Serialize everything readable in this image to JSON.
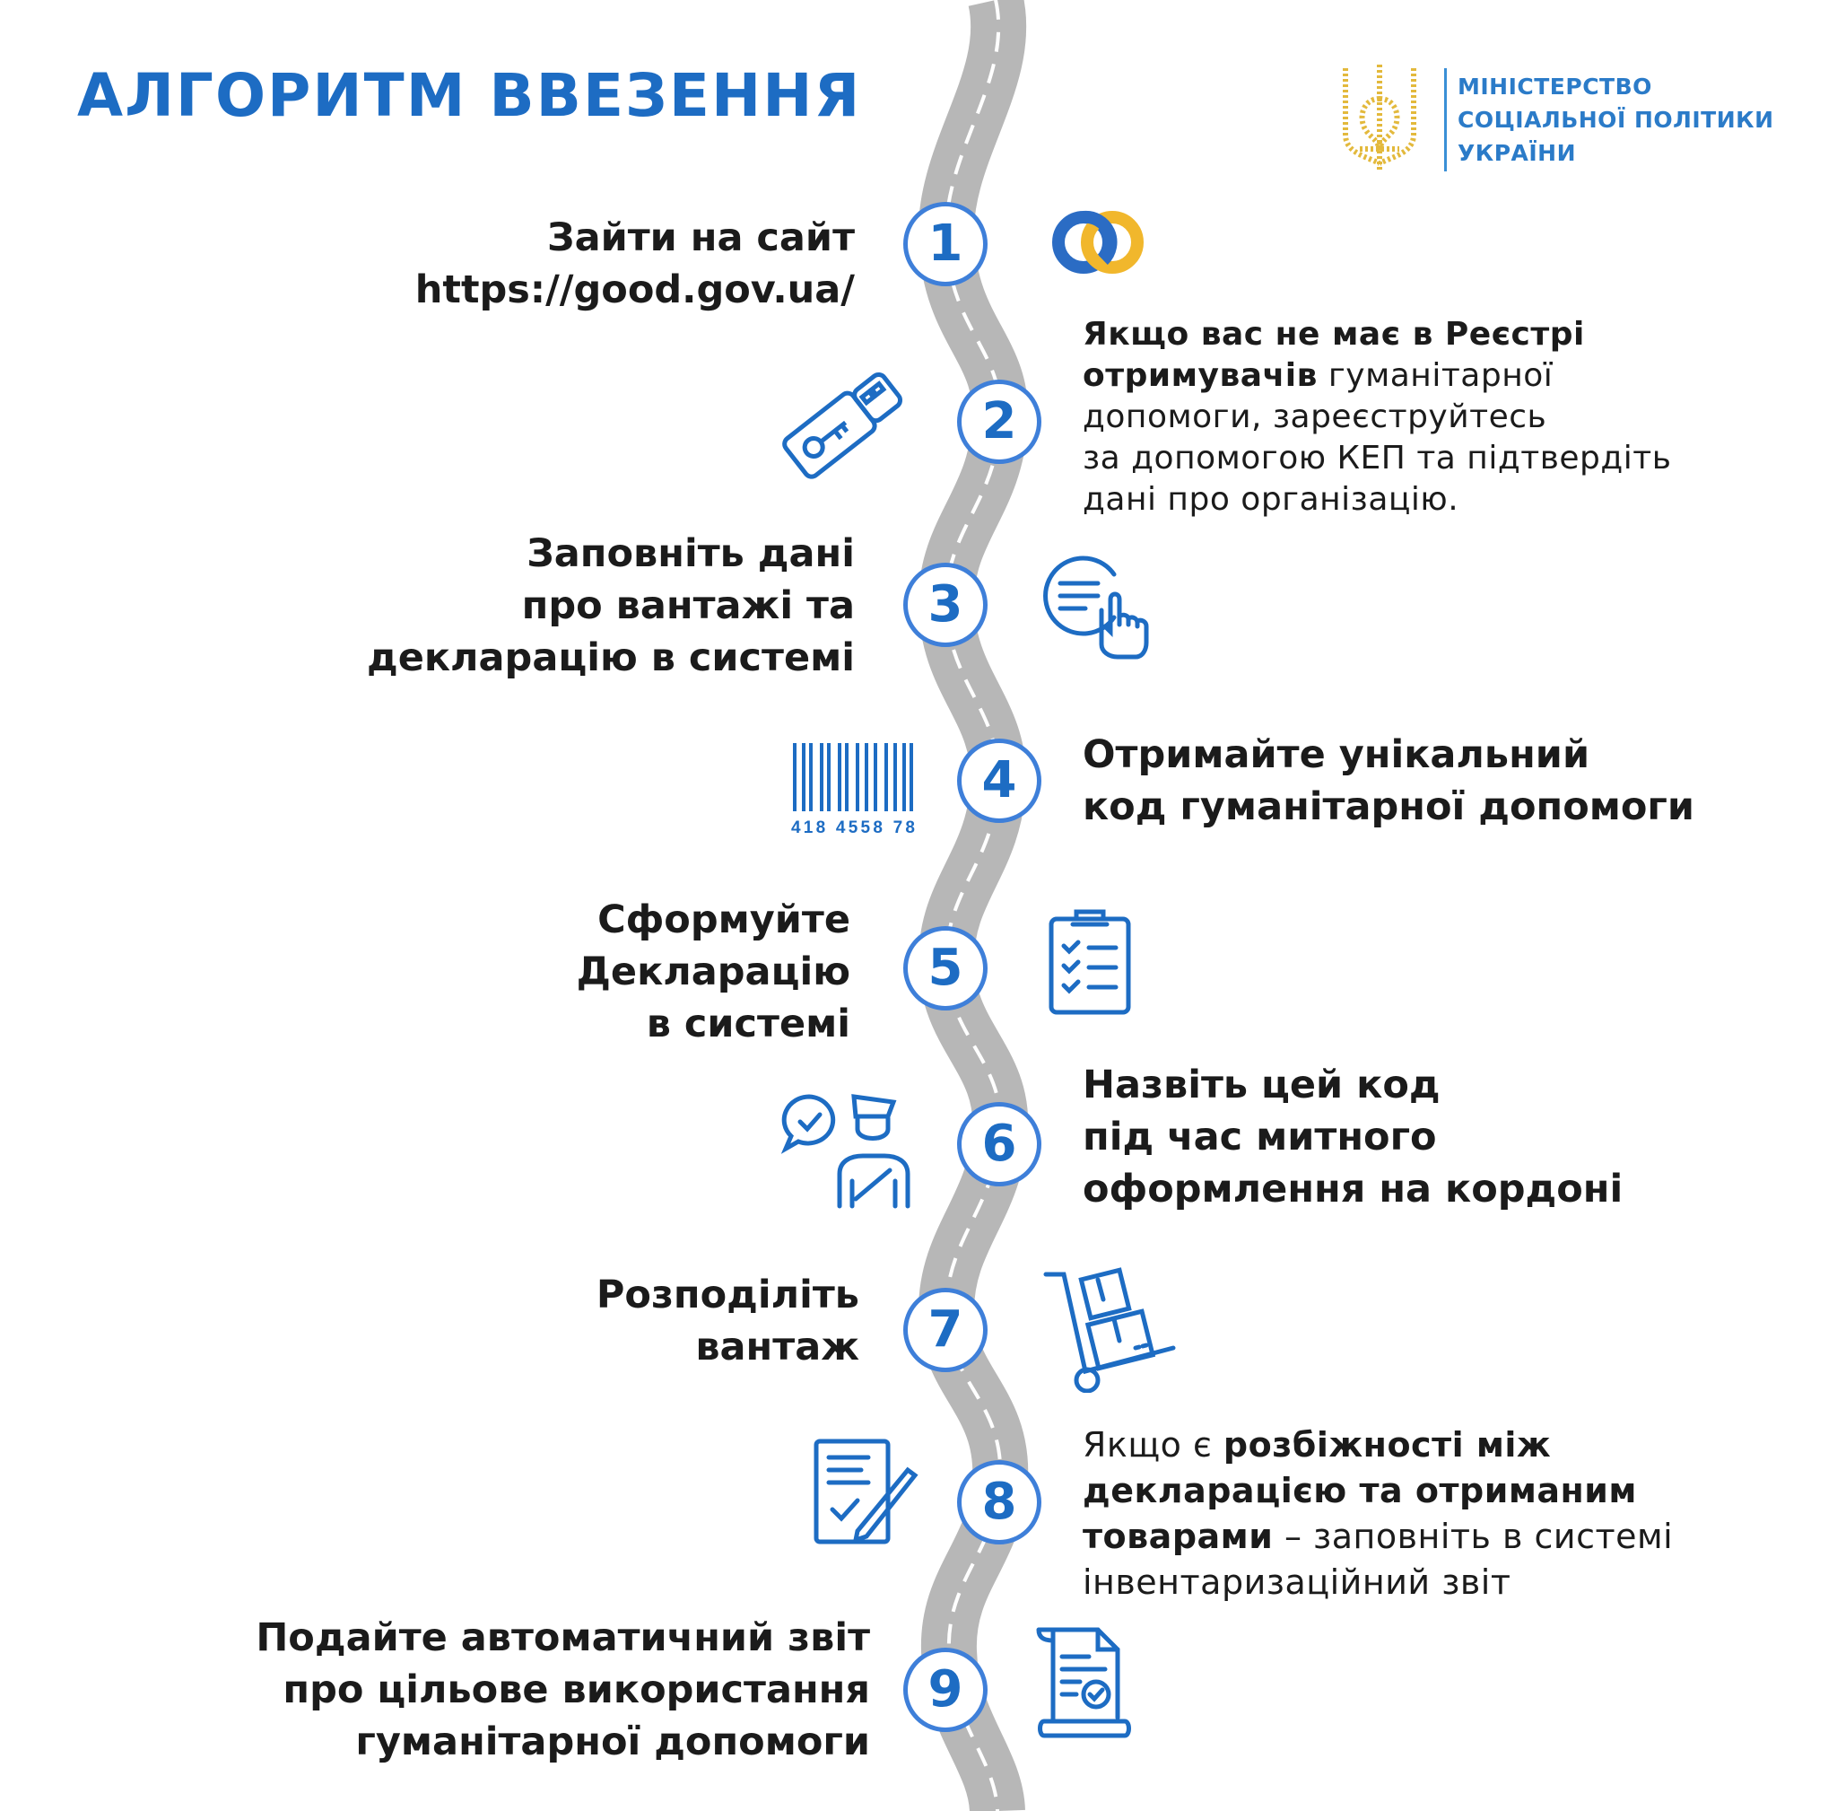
{
  "title": "АЛГОРИТМ ВВЕЗЕННЯ",
  "ministry": {
    "line1": "МІНІСТЕРСТВО",
    "line2": "СОЦІАЛЬНОЇ ПОЛІТИКИ",
    "line3": "УКРАЇНИ",
    "emblem": "tryzub-emblem-icon"
  },
  "colors": {
    "accent": "#1d6cc3",
    "circle_border": "#3e7fd9",
    "road": "#b7b7b7",
    "road_dash": "#ffffff",
    "emblem_gold": "#e3b93c",
    "logo_yellow": "#f1b72c"
  },
  "steps": [
    {
      "number": "1",
      "lines": [
        "Зайти на сайт",
        "https://good.gov.ua/"
      ],
      "icon": "good-gov-logo-icon"
    },
    {
      "number": "2",
      "line1_bold": "Якщо вас не має в Реєстрі",
      "line2_bold": "отримувачів",
      "line2_rest": " гуманітарної",
      "line3": "допомоги, зареєструйтесь",
      "line4": "за допомогою КЕП та підтвердіть",
      "line5": "дані про організацію.",
      "icon": "usb-key-icon"
    },
    {
      "number": "3",
      "lines": [
        "Заповніть дані",
        "про вантажі та",
        "декларацію в системі"
      ],
      "icon": "form-click-icon"
    },
    {
      "number": "4",
      "lines": [
        "Отримайте унікальний",
        "код гуманітарної допомоги"
      ],
      "icon": "barcode-icon",
      "barcode_digits": "418 4558 78"
    },
    {
      "number": "5",
      "lines": [
        "Сформуйте",
        "Декларацію",
        "в системі"
      ],
      "icon": "checklist-clipboard-icon"
    },
    {
      "number": "6",
      "lines": [
        "Назвіть цей код",
        "під час митного",
        "оформлення на кордоні"
      ],
      "icon": "customs-officer-icon"
    },
    {
      "number": "7",
      "lines": [
        "Розподіліть",
        "вантаж"
      ],
      "icon": "hand-truck-icon"
    },
    {
      "number": "8",
      "line1_regular": "Якщо є ",
      "line1_bold": "розбіжності між",
      "line2_bold": "декларацією та отриманим",
      "line3_bold": "товарами",
      "line3_rest": " – заповніть в системі",
      "line4": "інвентаризаційний звіт",
      "icon": "signed-document-icon"
    },
    {
      "number": "9",
      "lines": [
        "Подайте автоматичний звіт",
        "про цільове використання",
        "гуманітарної допомоги"
      ],
      "icon": "report-scroll-icon"
    }
  ]
}
